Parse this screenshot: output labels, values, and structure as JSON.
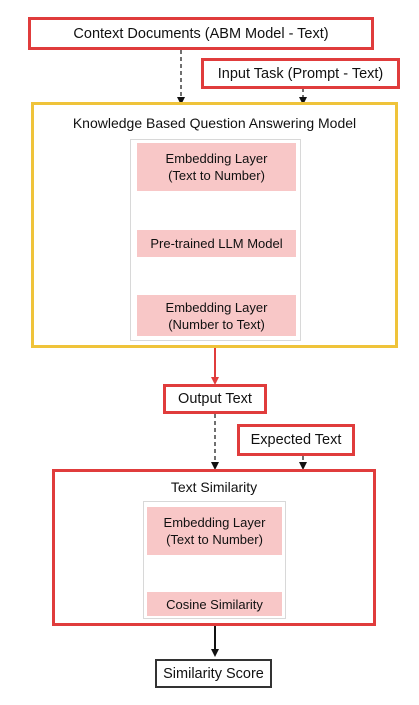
{
  "nodes": {
    "context_docs": "Context Documents (ABM Model - Text)",
    "input_task": "Input Task (Prompt - Text)",
    "kbqa_title": "Knowledge Based Question Answering Model",
    "embed_t2n_line1": "Embedding Layer",
    "embed_t2n_line2": "(Text to Number)",
    "llm": "Pre-trained LLM Model",
    "embed_n2t_line1": "Embedding Layer",
    "embed_n2t_line2": "(Number to Text)",
    "output_text": "Output Text",
    "expected_text": "Expected Text",
    "similarity_title": "Text Similarity",
    "sim_embed_line1": "Embedding Layer",
    "sim_embed_line2": "(Text to Number)",
    "cosine": "Cosine Similarity",
    "score": "Similarity Score"
  },
  "colors": {
    "red": "#e03c3c",
    "gold": "#efc33a",
    "pink": "#f8c7c7",
    "black": "#111111"
  }
}
